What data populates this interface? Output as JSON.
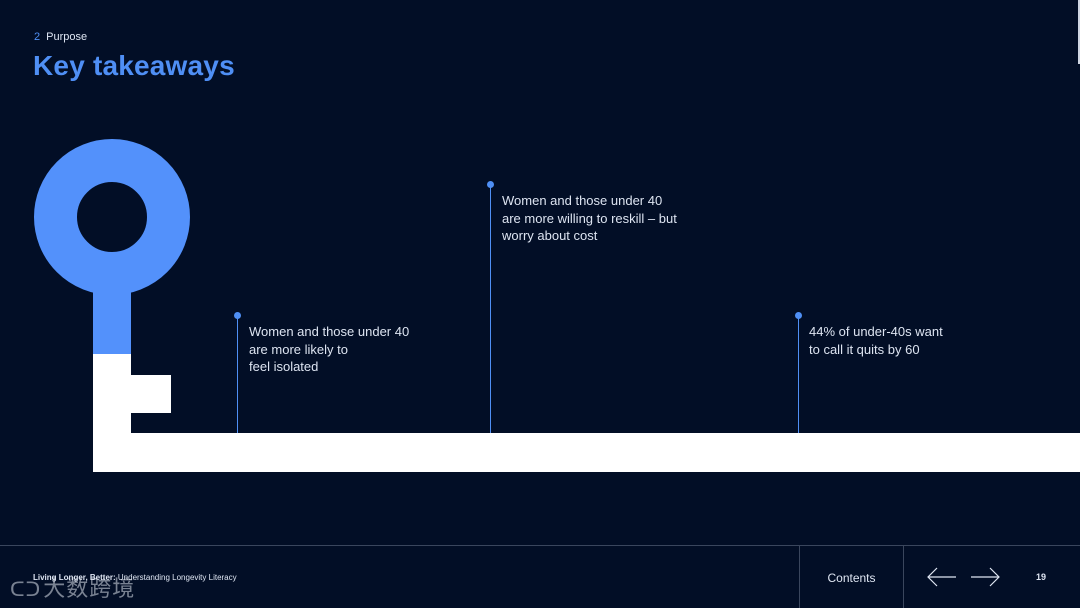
{
  "header": {
    "section_number": "2",
    "section_name": "Purpose",
    "title": "Key takeaways"
  },
  "takeaways": [
    {
      "lines": [
        "Women and those under 40",
        "are more likely to",
        "feel isolated"
      ]
    },
    {
      "lines": [
        "Women and those under 40",
        "are more willing to reskill – but",
        "worry about cost"
      ]
    },
    {
      "lines": [
        "44% of under-40s want",
        "to call it quits by 60"
      ]
    }
  ],
  "colors": {
    "background": "#020e26",
    "accent": "#4f8ff5",
    "key_blue": "#5391fb",
    "key_white": "#ffffff"
  },
  "footer": {
    "report_title_bold": "Living Longer, Better:",
    "report_title_rest": " Understanding Longevity Literacy",
    "contents_label": "Contents",
    "prev_icon": "arrow-left-icon",
    "next_icon": "arrow-right-icon",
    "page_number": "19"
  },
  "watermark": {
    "text": "大数跨境"
  }
}
